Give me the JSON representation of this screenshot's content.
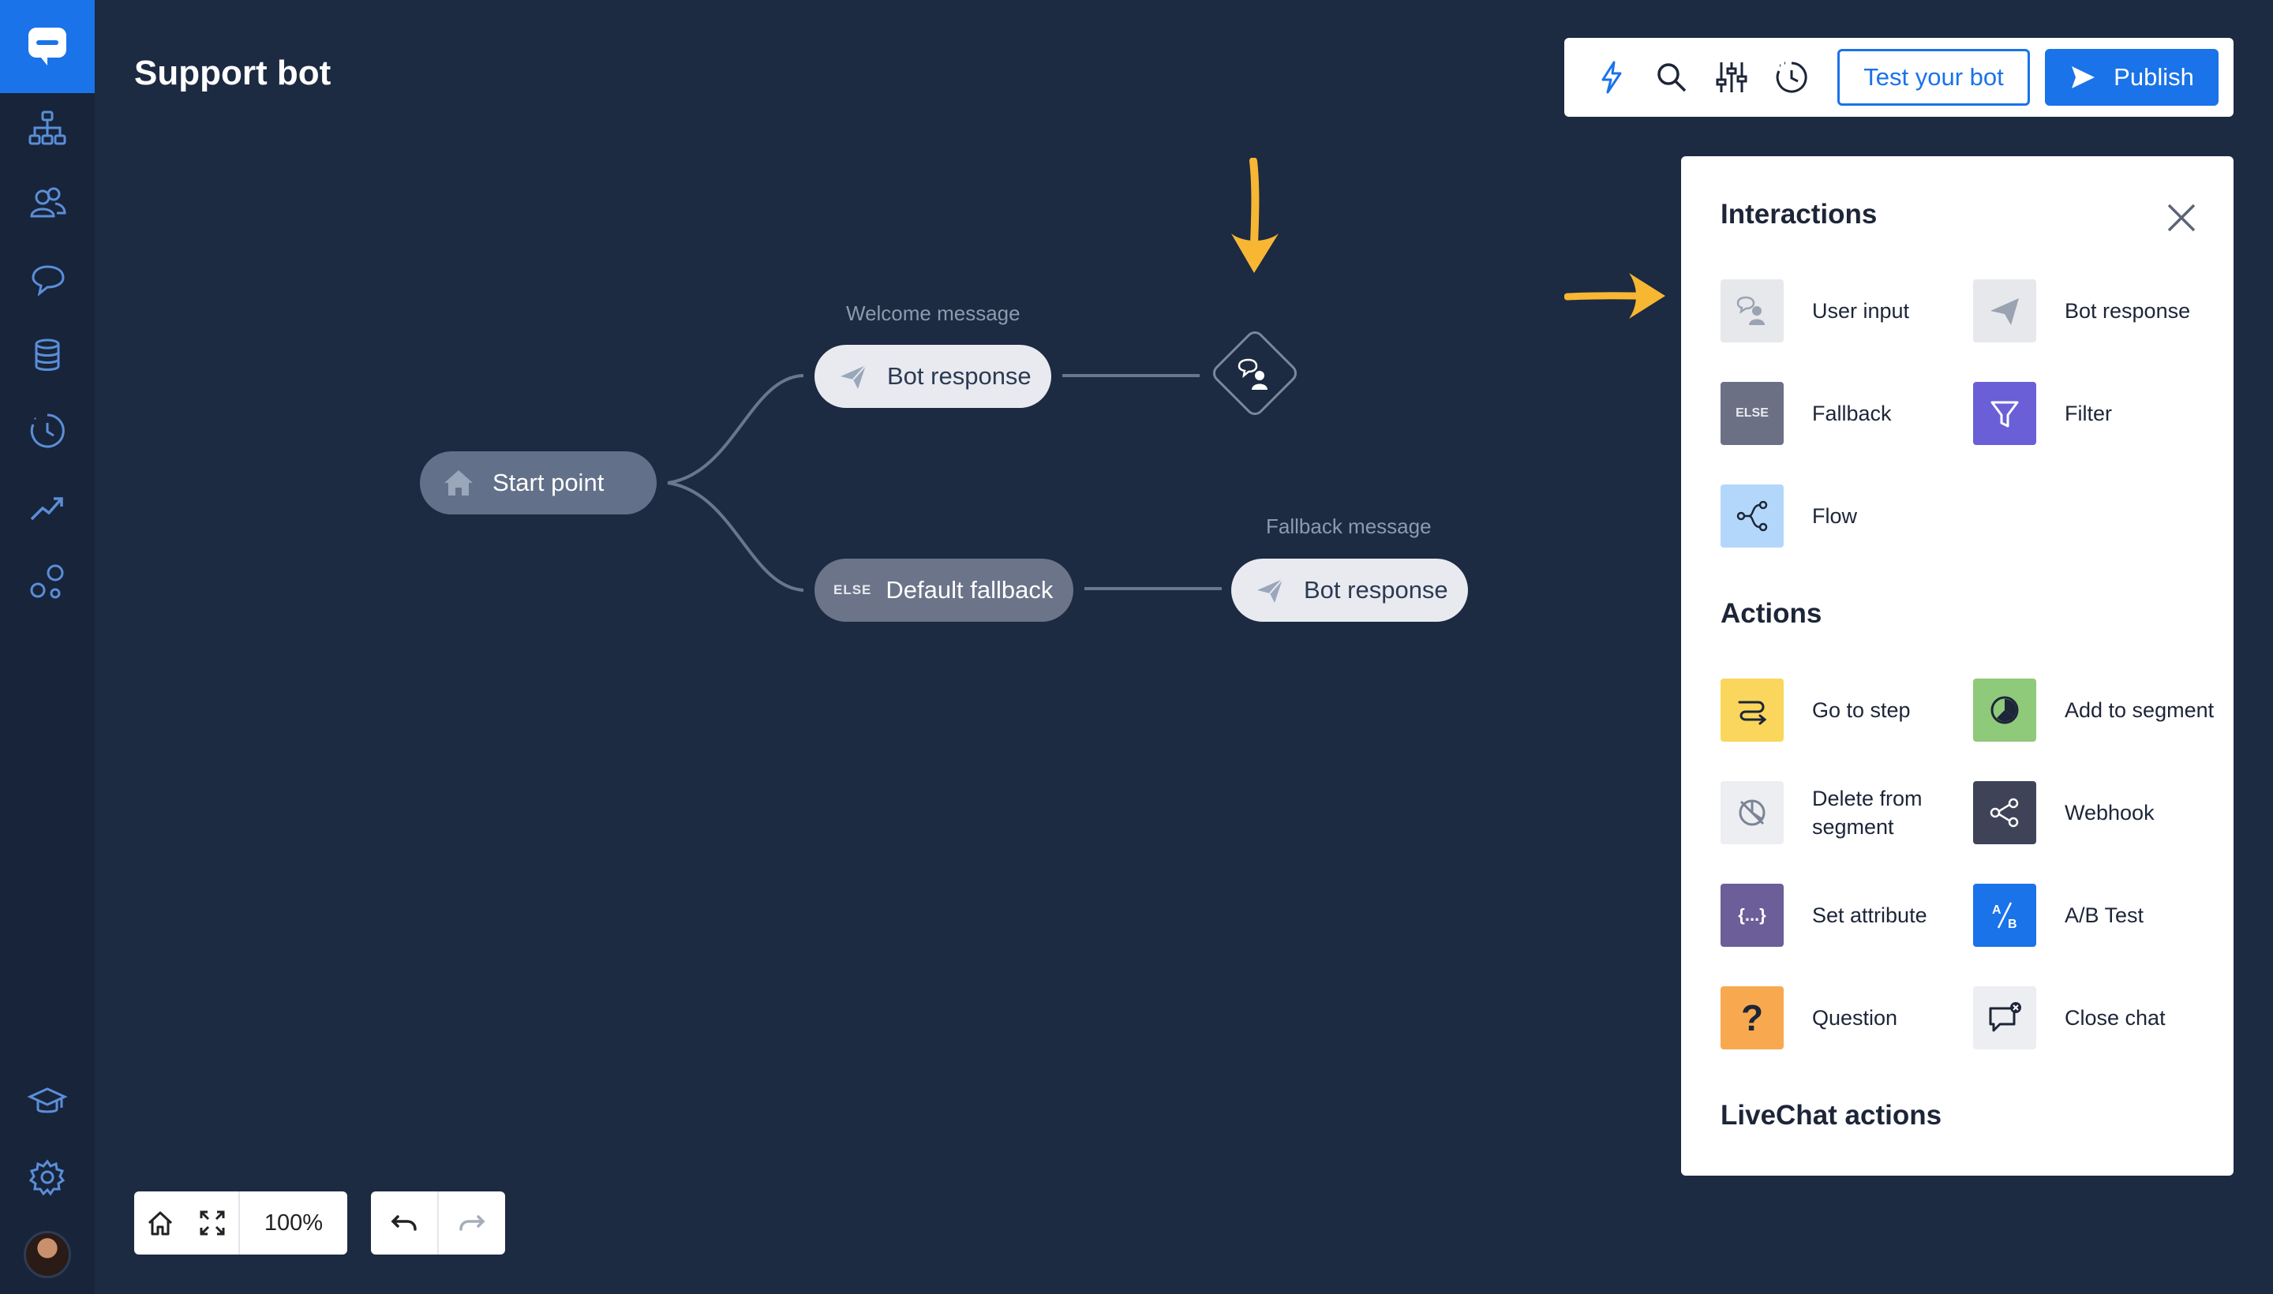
{
  "app": {
    "title": "Support bot"
  },
  "toolbar": {
    "icons": [
      "lightning-icon",
      "search-icon",
      "sliders-icon",
      "history-icon"
    ],
    "test_label": "Test your bot",
    "publish_label": "Publish"
  },
  "sidebar": {
    "items": [
      "logo-chat-icon",
      "flow-tree-icon",
      "users-icon",
      "chat-bubbles-icon",
      "database-icon",
      "clock-icon",
      "analytics-icon",
      "integrations-icon",
      "academy-icon",
      "settings-icon"
    ]
  },
  "canvas": {
    "start_label": "Start point",
    "welcome_caption": "Welcome message",
    "bot_response_1": "Bot response",
    "else_tag": "ELSE",
    "default_fallback_label": "Default fallback",
    "fallback_caption": "Fallback message",
    "bot_response_2": "Bot response"
  },
  "controls": {
    "zoom": "100%"
  },
  "panel": {
    "interactions_title": "Interactions",
    "interactions": [
      {
        "label": "User input",
        "color": "#e6e8ec"
      },
      {
        "label": "Bot response",
        "color": "#e6e8ec"
      },
      {
        "label": "Fallback",
        "color": "#6b7085",
        "tag": "ELSE"
      },
      {
        "label": "Filter",
        "color": "#6a5fd6"
      },
      {
        "label": "Flow",
        "color": "#b3d7fb"
      }
    ],
    "actions_title": "Actions",
    "actions": [
      {
        "label": "Go to step",
        "color": "#fad65c"
      },
      {
        "label": "Add to segment",
        "color": "#8fc97a"
      },
      {
        "label": "Delete from segment",
        "color": "#eceef2"
      },
      {
        "label": "Webhook",
        "color": "#3f4358"
      },
      {
        "label": "Set attribute",
        "color": "#6b5e99",
        "tag": "{...}"
      },
      {
        "label": "A/B Test",
        "color": "#1a73e8"
      },
      {
        "label": "Question",
        "color": "#f8a94f",
        "tag": "?"
      },
      {
        "label": "Close chat",
        "color": "#eceef2"
      }
    ],
    "livechat_title": "LiveChat actions"
  },
  "colors": {
    "background": "#1c2a42",
    "sidebar": "#18243a",
    "accent": "#1a73e8",
    "arrow": "#f7b733"
  }
}
